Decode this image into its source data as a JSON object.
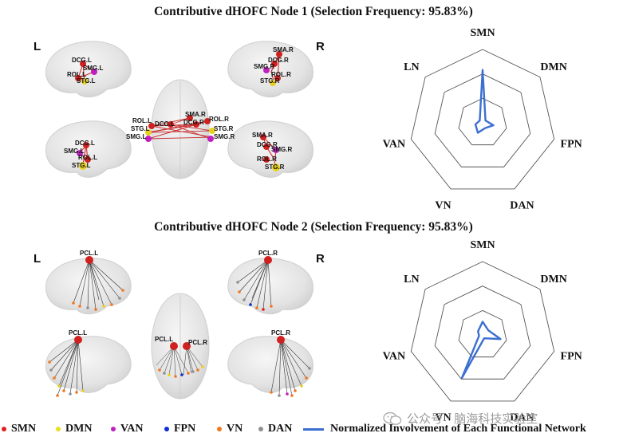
{
  "panels": [
    {
      "title": "Contributive dHOFC Node 1 (Selection Frequency: 95.83%)",
      "left_label": "L",
      "right_label": "R",
      "brain_labels": {
        "view_tl": [
          "DCG.L",
          "SMG.L",
          "ROL.L",
          "STG.L"
        ],
        "view_tr": [
          "SMA.R",
          "DCG.R",
          "SMG.R",
          "ROL.R",
          "STG.R"
        ],
        "view_center": [
          "SMA.R",
          "DCG.L",
          "DCG.R",
          "ROL.L",
          "ROL.R",
          "STG.L",
          "STG.R",
          "SMG.L",
          "SMG.R"
        ],
        "view_bl": [
          "DCG.L",
          "SMG.L",
          "ROL.L",
          "STG.L"
        ],
        "view_br": [
          "SMA.R",
          "DCG.R",
          "SMG.R",
          "ROL.R",
          "STG.R"
        ]
      }
    },
    {
      "title": "Contributive dHOFC Node 2 (Selection Frequency: 95.83%)",
      "left_label": "L",
      "right_label": "R",
      "brain_labels": {
        "view_tl": [
          "PCL.L"
        ],
        "view_tr": [
          "PCL.R"
        ],
        "view_center": [
          "PCL.L",
          "PCL.R"
        ],
        "view_bl": [
          "PCL.L"
        ],
        "view_br": [
          "PCL.R"
        ]
      }
    }
  ],
  "chart_data": [
    {
      "type": "radar",
      "axes": [
        "SMN",
        "DMN",
        "FPN",
        "DAN",
        "VN",
        "VAN",
        "LN"
      ],
      "rings": 3,
      "values": [
        0.72,
        0.05,
        0.15,
        0.08,
        0.15,
        0.1,
        0.05
      ],
      "color": "#3b6fd0"
    },
    {
      "type": "radar",
      "axes": [
        "SMN",
        "DMN",
        "FPN",
        "DAN",
        "VN",
        "VAN",
        "LN"
      ],
      "rings": 3,
      "values": [
        0.18,
        0.1,
        0.25,
        0.05,
        0.65,
        0.05,
        0.08
      ],
      "color": "#3b6fd0"
    }
  ],
  "legend": {
    "items": [
      {
        "label": "SMN",
        "color": "#e02020"
      },
      {
        "label": "DMN",
        "color": "#e8e020"
      },
      {
        "label": "VAN",
        "color": "#c020c0"
      },
      {
        "label": "FPN",
        "color": "#1030d0"
      },
      {
        "label": "VN",
        "color": "#f07820"
      },
      {
        "label": "DAN",
        "color": "#909090"
      }
    ],
    "line_label": "Normalized Involvement of Each Functional Network",
    "line_color": "#3b6fd0"
  },
  "watermark": "公众号 · 脑海科技实验室"
}
